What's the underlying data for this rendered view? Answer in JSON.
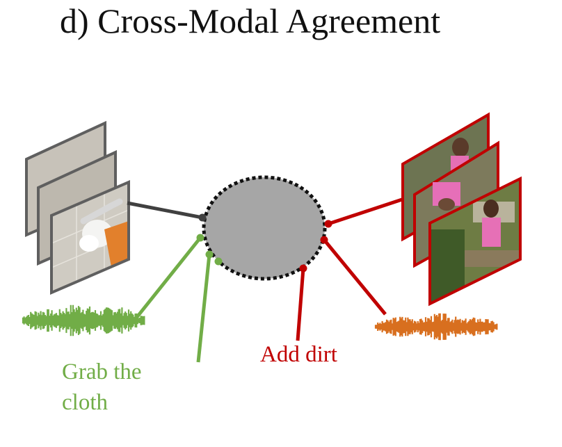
{
  "title": "d) Cross-Modal Agreement",
  "labels": {
    "green_text_line1": "Grab the",
    "green_text_line2": "cloth",
    "red_text": "Add dirt"
  },
  "colors": {
    "green": "#71ad47",
    "red": "#c00000",
    "gray_link": "#404040",
    "orange_audio": "#d86f1f",
    "node_fill": "#a6a6a6",
    "frame_gray": "#5f5f5f"
  },
  "icons": {
    "left_frames": "faucet-video-frames",
    "right_frames": "woman-video-frames",
    "left_audio": "green-audio-waveform",
    "right_audio": "orange-audio-waveform"
  }
}
